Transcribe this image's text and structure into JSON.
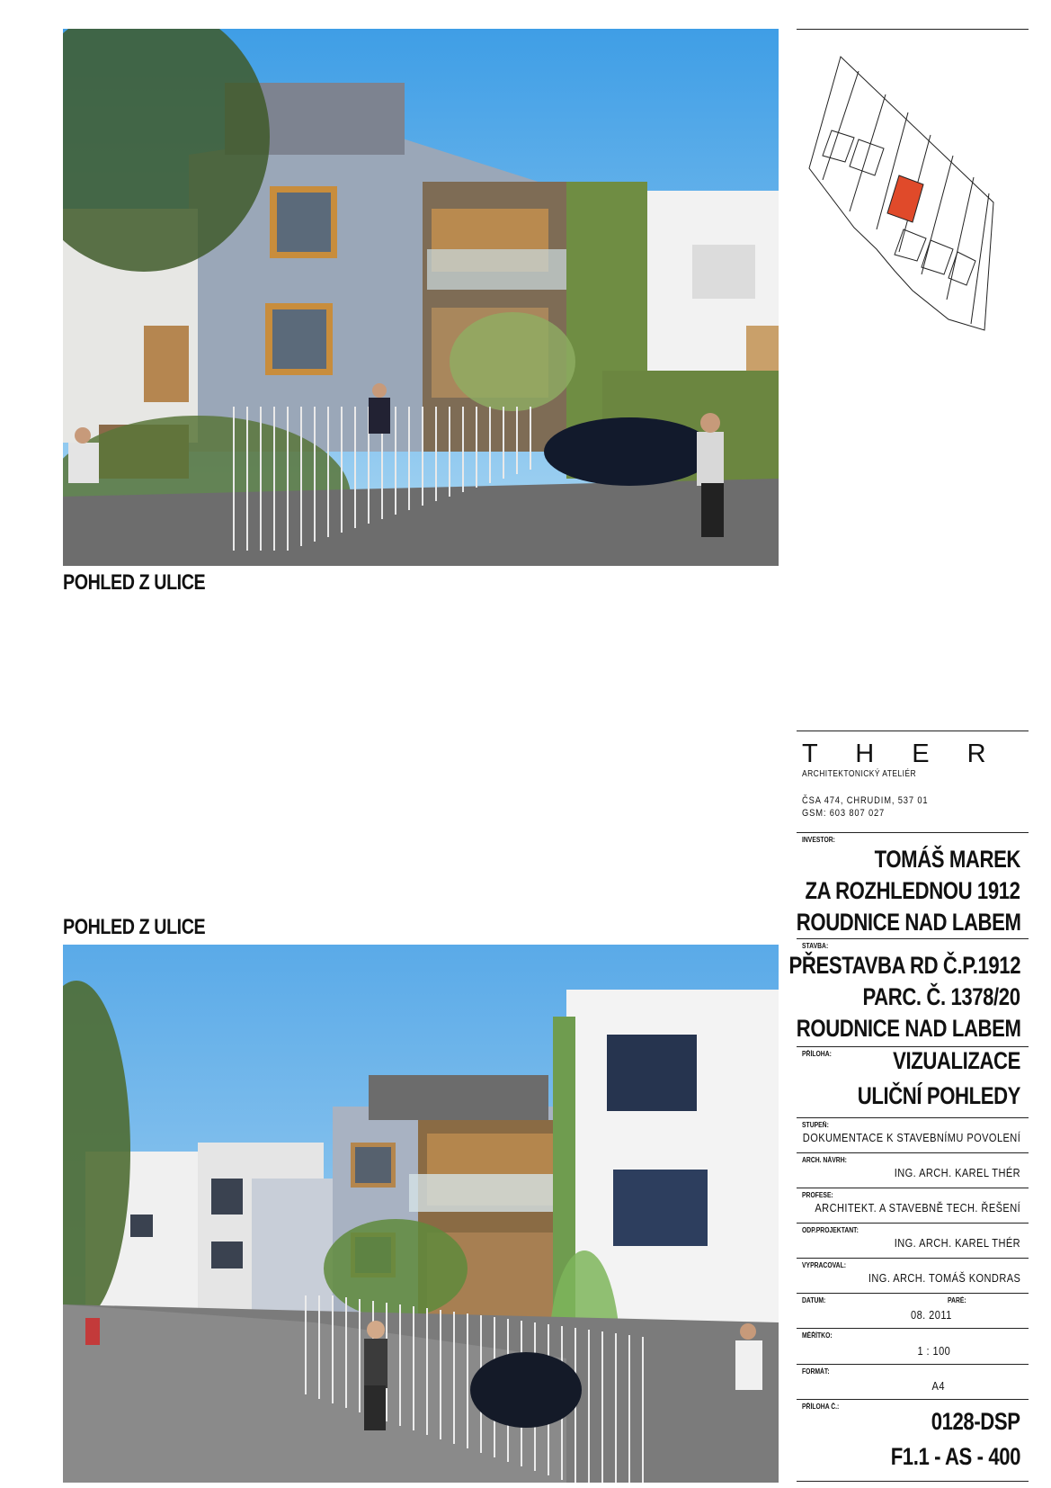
{
  "views": {
    "top_caption": "POHLED Z ULICE",
    "bottom_caption": "POHLED Z ULICE"
  },
  "site_plan": {
    "highlight_color": "#e04a2a"
  },
  "firm": {
    "name": "T H E R",
    "subtitle": "ARCHITEKTONICKÝ ATELIÉR",
    "address": "ČSA 474, CHRUDIM, 537 01",
    "phone": "GSM:  603 807 027"
  },
  "title_block": {
    "investor_label": "INVESTOR:",
    "investor_lines": [
      "TOMÁŠ MAREK",
      "ZA ROZHLEDNOU 1912",
      "ROUDNICE NAD LABEM"
    ],
    "stavba_label": "STAVBA:",
    "stavba_lines": [
      "PŘESTAVBA RD Č.P.1912",
      "PARC. Č. 1378/20",
      "ROUDNICE NAD LABEM"
    ],
    "priloha_label": "PŘÍLOHA:",
    "priloha_lines": [
      "VIZUALIZACE",
      "ULIČNÍ POHLEDY"
    ],
    "stupen_label": "STUPEŇ:",
    "stupen_value": "DOKUMENTACE K STAVEBNÍMU POVOLENÍ",
    "arch_navrh_label": "ARCH. NÁVRH:",
    "arch_navrh_value": "ING. ARCH. KAREL THÉR",
    "profese_label": "PROFESE:",
    "profese_value": "ARCHITEKT. A STAVEBNĚ TECH. ŘEŠENÍ",
    "odp_projektant_label": "ODP.PROJEKTANT:",
    "odp_projektant_value": "ING. ARCH. KAREL THÉR",
    "vypracoval_label": "VYPRACOVAL:",
    "vypracoval_value": "ING. ARCH. TOMÁŠ KONDRAS",
    "datum_label": "DATUM:",
    "datum_value": "08. 2011",
    "pare_label": "PARÉ:",
    "meritko_label": "MĚŘÍTKO:",
    "meritko_value": "1 : 100",
    "format_label": "FORMÁT:",
    "format_value": "A4",
    "priloha_c_label": "PŘÍLOHA Č.:",
    "priloha_c_lines": [
      "0128-DSP",
      "F1.1 - AS - 400"
    ]
  }
}
